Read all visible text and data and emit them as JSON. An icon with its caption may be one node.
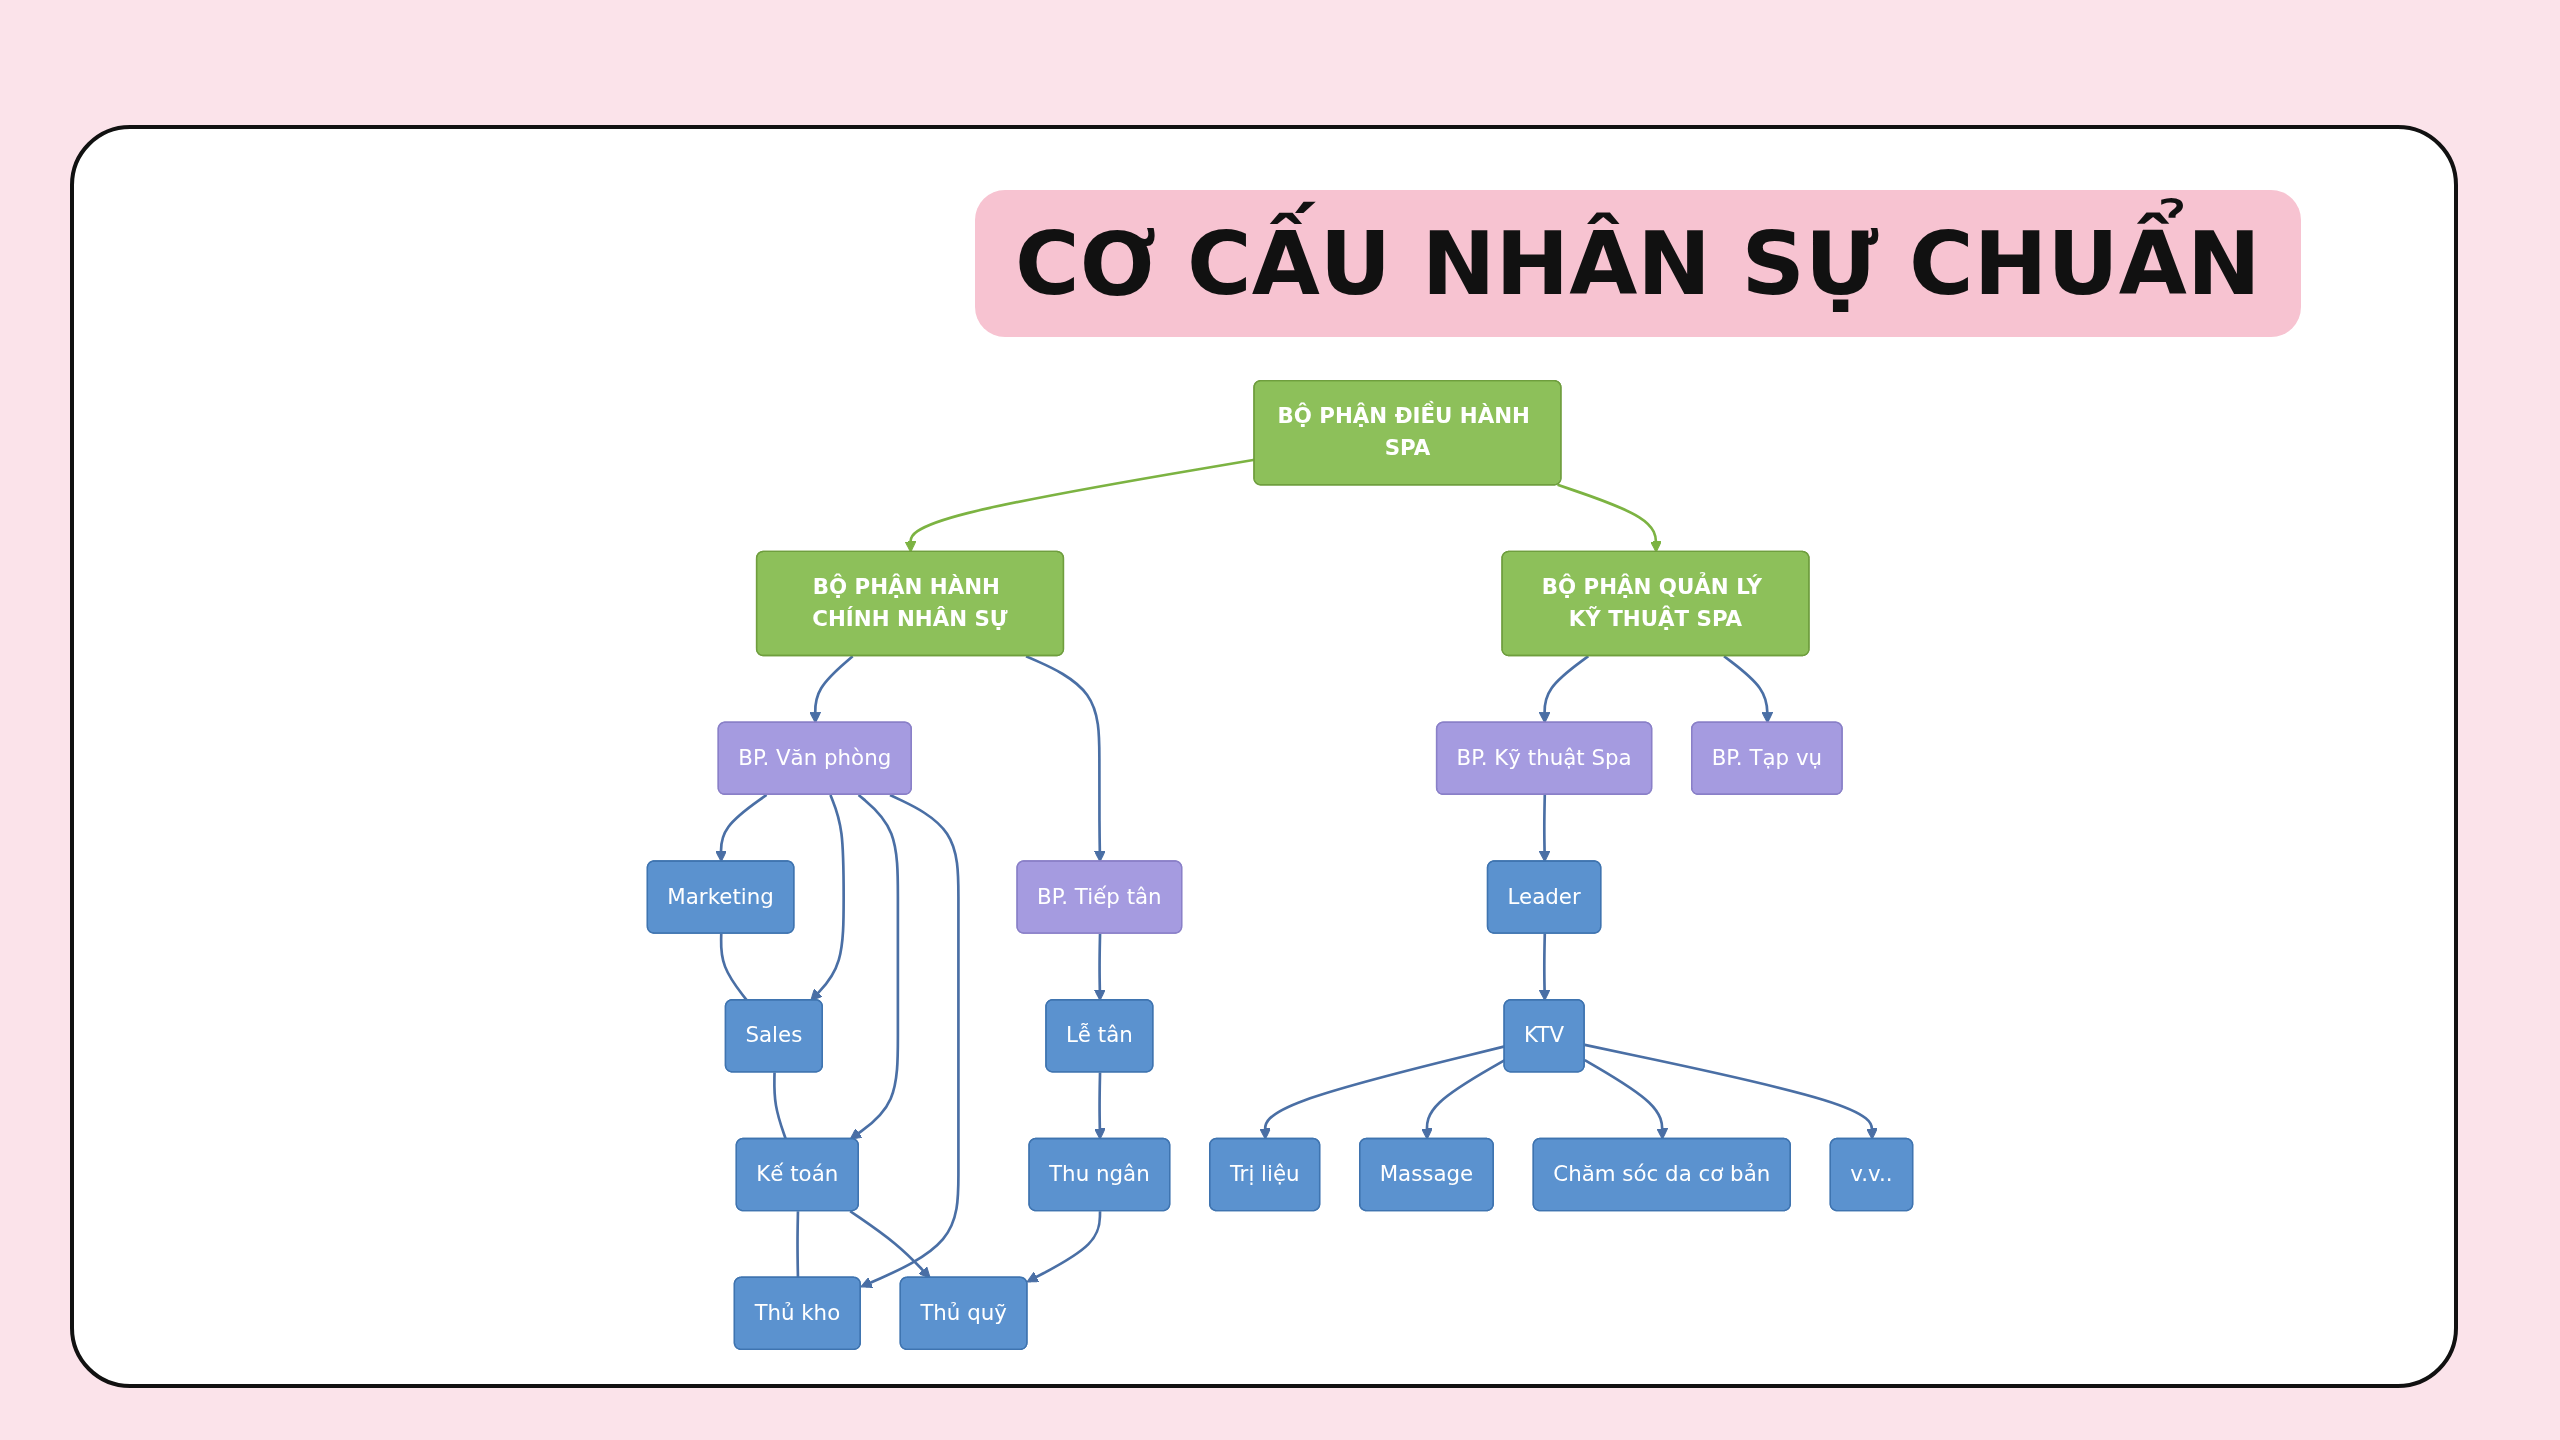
{
  "diagram": {
    "title": "CƠ CẤU NHÂN SỰ CHUẨN",
    "nodes": [
      {
        "text": [
          "BỘ PHẬN ĐIỀU HÀNH SPA"
        ]
      },
      {
        "text": [
          "BỘ PHẬN HÀNH CHÍNH NHÂN SỰ"
        ]
      },
      {
        "text": [
          "BỘ PHẬN QUẢN LÝ KỸ THUẬT SPA"
        ]
      },
      {
        "text": [
          "BP. Văn phòng"
        ]
      },
      {
        "text": [
          "BP. Tiếp tân"
        ]
      },
      {
        "text": [
          "BP. Kỹ thuật Spa"
        ]
      },
      {
        "text": [
          "BP. Tạp vụ"
        ]
      },
      {
        "text": [
          "Marketing"
        ]
      },
      {
        "text": [
          "Sales"
        ]
      },
      {
        "text": [
          "Kế toán"
        ]
      },
      {
        "text": [
          "Thủ kho"
        ]
      },
      {
        "text": [
          "Lễ tân"
        ]
      },
      {
        "text": [
          "Thủ quỹ"
        ]
      },
      {
        "text": [
          "Thu ngân"
        ]
      },
      {
        "text": [
          "Leader"
        ]
      },
      {
        "text": [
          "KTV"
        ]
      },
      {
        "text": [
          "Trị liệu"
        ]
      },
      {
        "text": [
          "Massage"
        ]
      },
      {
        "text": [
          "Chăm sóc da cơ bản"
        ]
      },
      {
        "text": [
          "v.v.."
        ]
      }
    ],
    "edges": [
      {
        "from": 0,
        "to": 1,
        "arrow": "to",
        "color": "#7cb342"
      },
      {
        "from": 0,
        "to": 2,
        "arrow": "to",
        "color": "#7cb342"
      },
      {
        "from": 1,
        "to": 3,
        "arrow": "to"
      },
      {
        "from": 1,
        "to": 4,
        "arrow": "to"
      },
      {
        "from": 2,
        "to": 5,
        "arrow": "to"
      },
      {
        "from": 2,
        "to": 6,
        "arrow": "to"
      },
      {
        "from": 3,
        "to": 7,
        "arrow": "to"
      },
      {
        "from": 3,
        "to": 8,
        "arrow": "to"
      },
      {
        "from": 3,
        "to": 9,
        "arrow": "to"
      },
      {
        "from": 3,
        "to": 10,
        "arrow": "to"
      },
      {
        "from": 7,
        "to": 8,
        "arrow": "none"
      },
      {
        "from": 8,
        "to": 9,
        "arrow": "none"
      },
      {
        "from": 9,
        "to": 10,
        "arrow": "none"
      },
      {
        "from": 9,
        "to": 12,
        "arrow": "to"
      },
      {
        "from": 4,
        "to": 11,
        "arrow": "to"
      },
      {
        "from": 11,
        "to": 13,
        "arrow": "to"
      },
      {
        "from": 13,
        "to": 12,
        "arrow": "to"
      },
      {
        "from": 5,
        "to": 14,
        "arrow": "to"
      },
      {
        "from": 14,
        "to": 15,
        "arrow": "to"
      },
      {
        "from": 15,
        "to": 16,
        "arrow": "to"
      },
      {
        "from": 15,
        "to": 17,
        "arrow": "to"
      },
      {
        "from": 15,
        "to": 18,
        "arrow": "to"
      },
      {
        "from": 15,
        "to": 19,
        "arrow": "to"
      }
    ]
  }
}
